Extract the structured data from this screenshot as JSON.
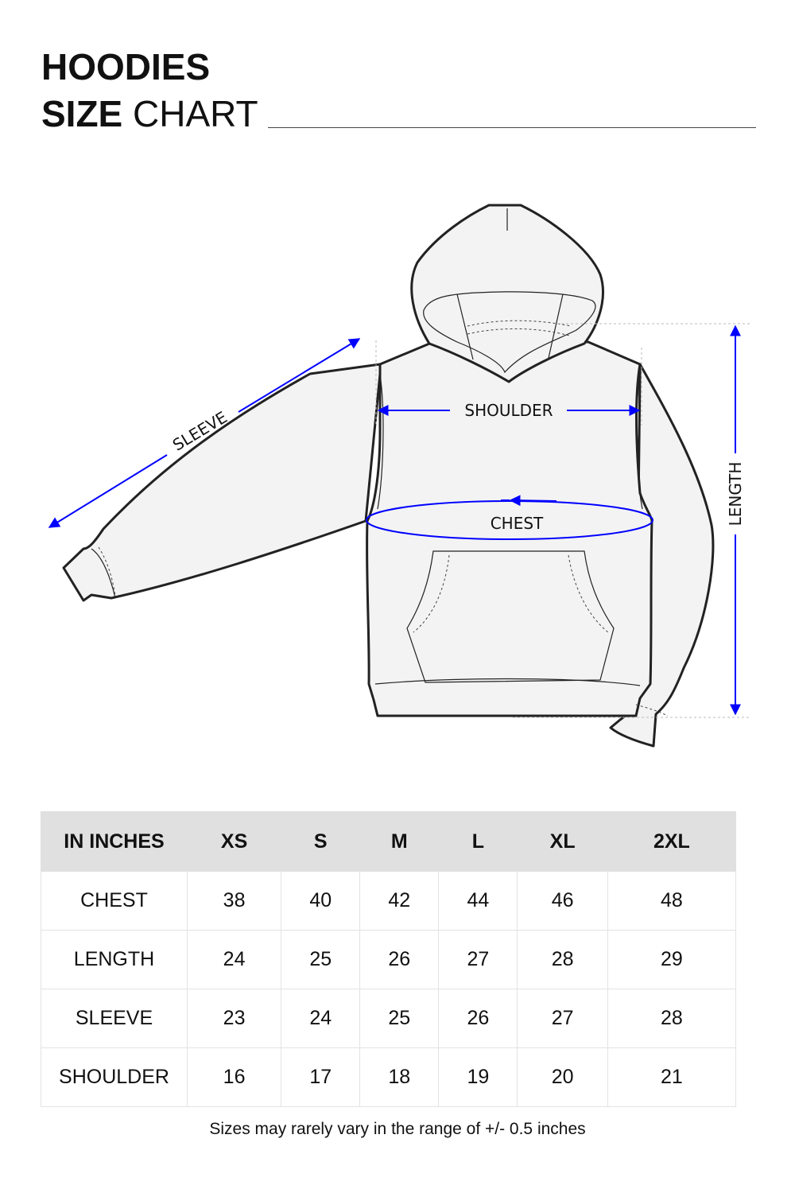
{
  "header": {
    "title_line1": "HOODIES",
    "title_line2_bold": "SIZE",
    "title_line2_light": "CHART"
  },
  "diagram": {
    "garment": "hoodie",
    "accent_color": "#0000ff",
    "labels": {
      "sleeve": "SLEEVE",
      "shoulder": "SHOULDER",
      "chest": "CHEST",
      "length": "LENGTH"
    }
  },
  "table": {
    "columns": [
      "IN INCHES",
      "XS",
      "S",
      "M",
      "L",
      "XL",
      "2XL"
    ],
    "rows": [
      {
        "label": "CHEST",
        "values": [
          "38",
          "40",
          "42",
          "44",
          "46",
          "48"
        ]
      },
      {
        "label": "LENGTH",
        "values": [
          "24",
          "25",
          "26",
          "27",
          "28",
          "29"
        ]
      },
      {
        "label": "SLEEVE",
        "values": [
          "23",
          "24",
          "25",
          "26",
          "27",
          "28"
        ]
      },
      {
        "label": "SHOULDER",
        "values": [
          "16",
          "17",
          "18",
          "19",
          "20",
          "21"
        ]
      }
    ]
  },
  "footer": {
    "note": "Sizes may rarely vary in the range of +/- 0.5 inches"
  }
}
